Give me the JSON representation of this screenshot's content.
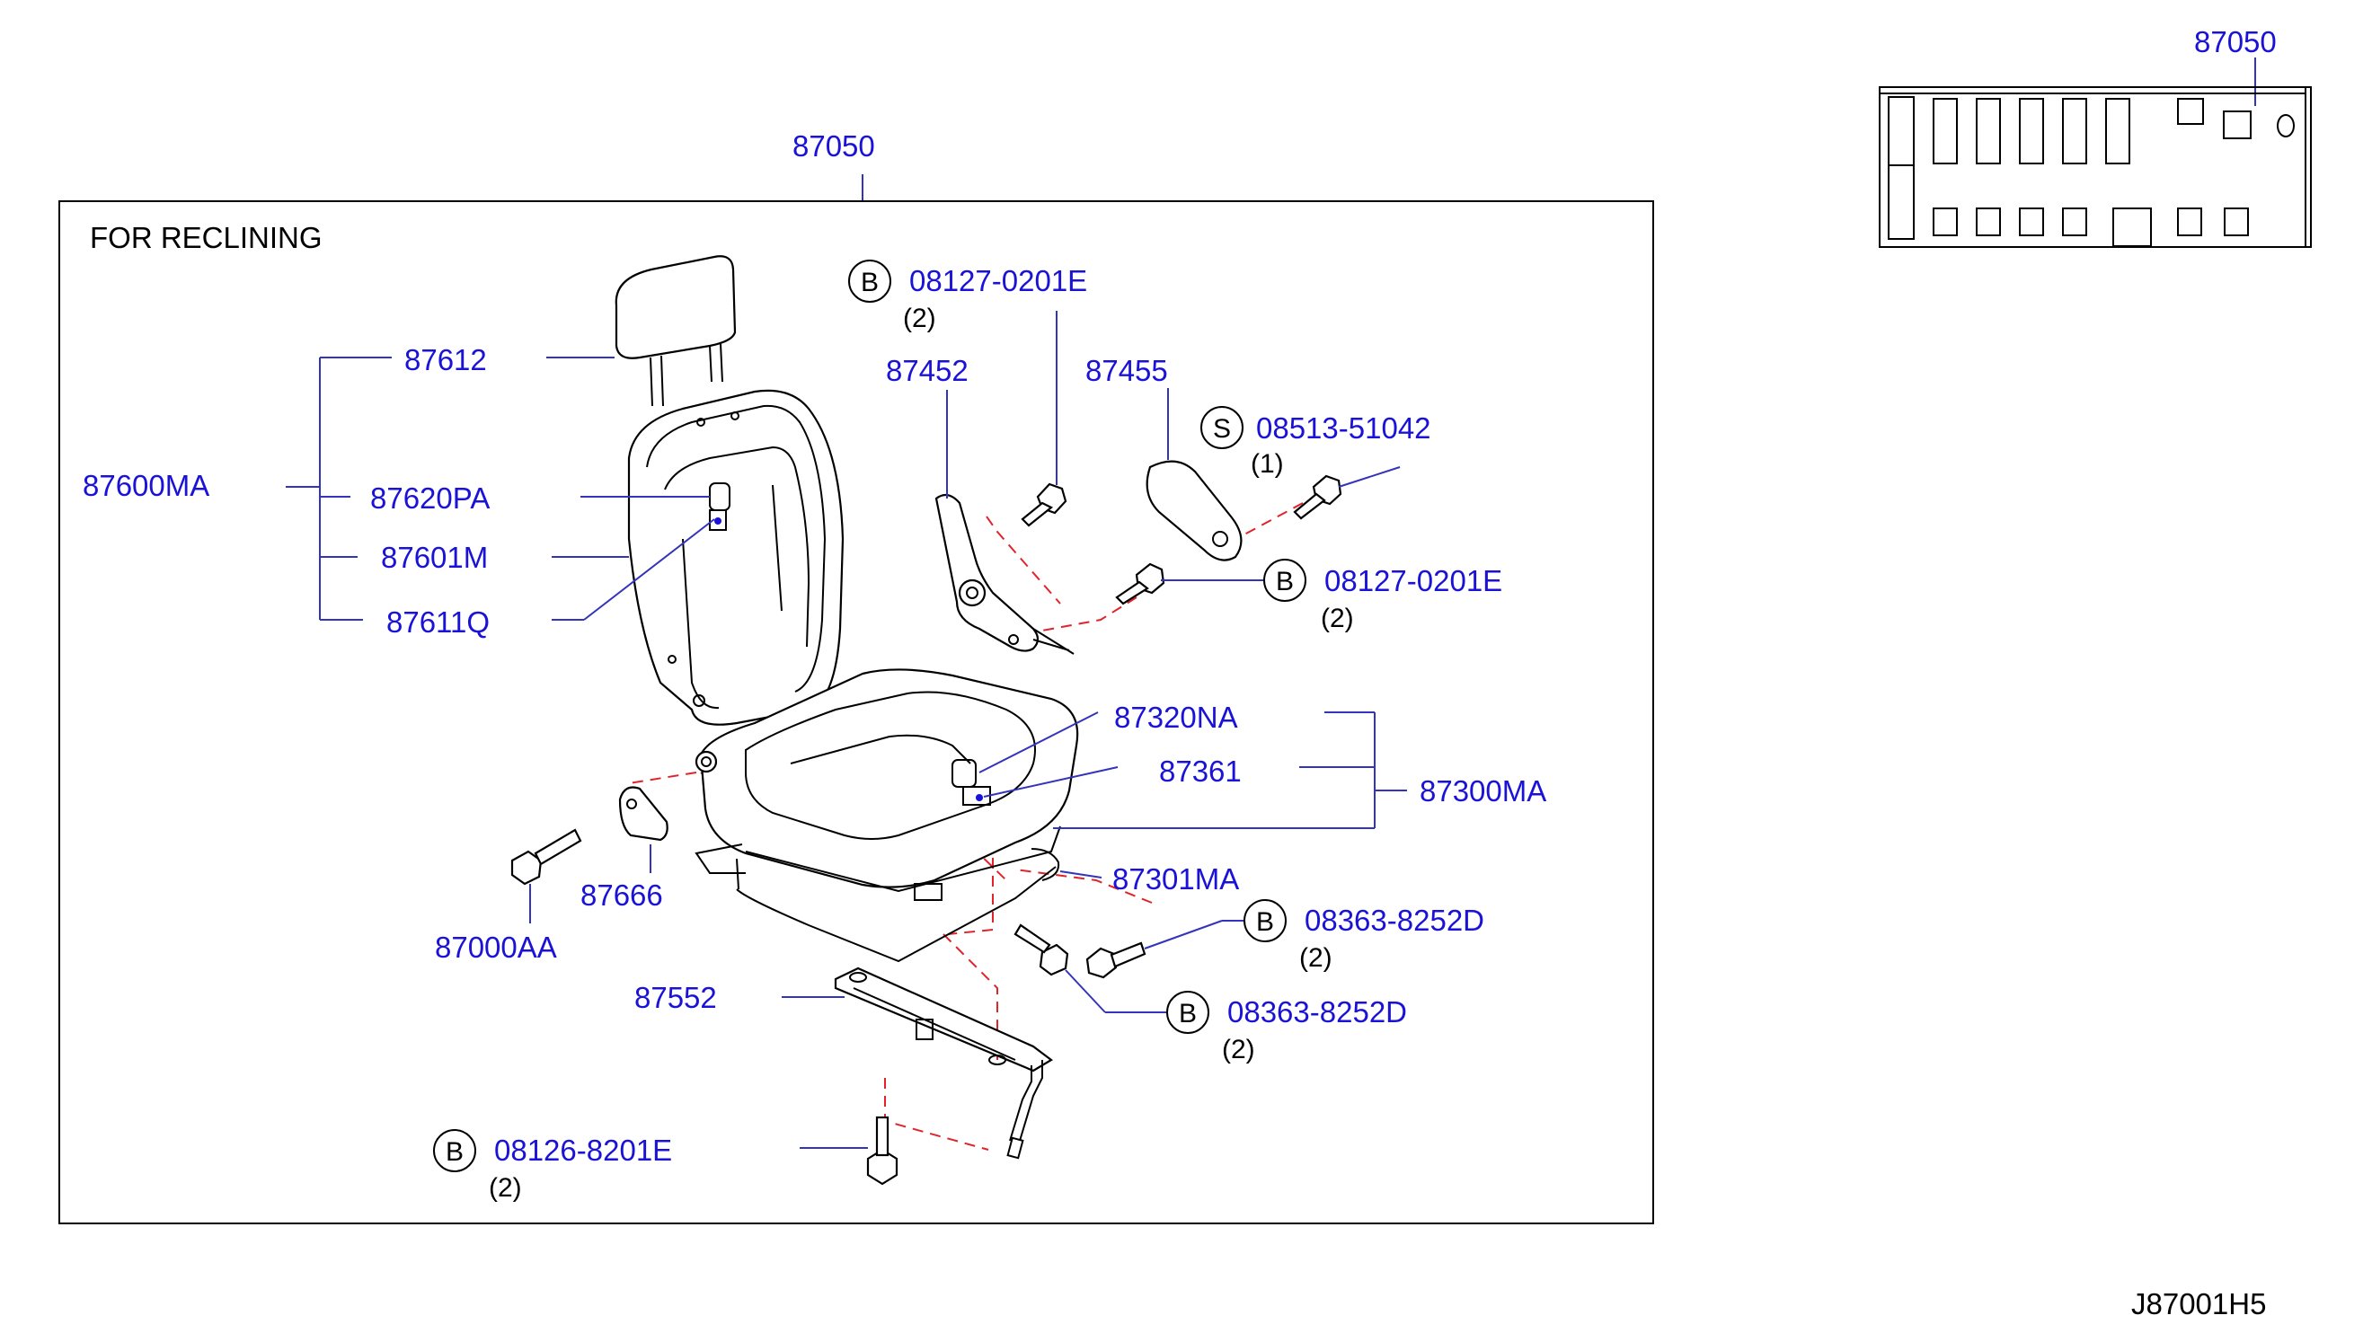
{
  "frame_title": "FOR  RECLINING",
  "main_ref": "87050",
  "inset_ref": "87050",
  "diagram_code": "J87001H5",
  "labels": {
    "headrest": "87612",
    "seat_back_assy": "87600MA",
    "back_trim": "87620PA",
    "back_frame": "87601M",
    "back_pad": "87611Q",
    "recliner_lever": "87452",
    "recliner_cover": "87455",
    "cushion_trim": "87320NA",
    "cushion_pad": "87361",
    "cushion_assy": "87300MA",
    "cushion_frame": "87301MA",
    "seat_bracket": "87666",
    "bolt_hinge": "87000AA",
    "slide_rail": "87552"
  },
  "fasteners": [
    {
      "id": "bolt_top",
      "letter": "B",
      "part": "08127-0201E",
      "qty": "(2)"
    },
    {
      "id": "screw_s",
      "letter": "S",
      "part": "08513-51042",
      "qty": "(1)"
    },
    {
      "id": "bolt_mid",
      "letter": "B",
      "part": "08127-0201E",
      "qty": "(2)"
    },
    {
      "id": "bolt_right",
      "letter": "B",
      "part": "08363-8252D",
      "qty": "(2)"
    },
    {
      "id": "bolt_front",
      "letter": "B",
      "part": "08363-8252D",
      "qty": "(2)"
    },
    {
      "id": "bolt_rail",
      "letter": "B",
      "part": "08126-8201E",
      "qty": "(2)"
    }
  ],
  "colors": {
    "label": "#1a12d6",
    "leader": "#3333bb",
    "phantom": "#e0242a"
  }
}
